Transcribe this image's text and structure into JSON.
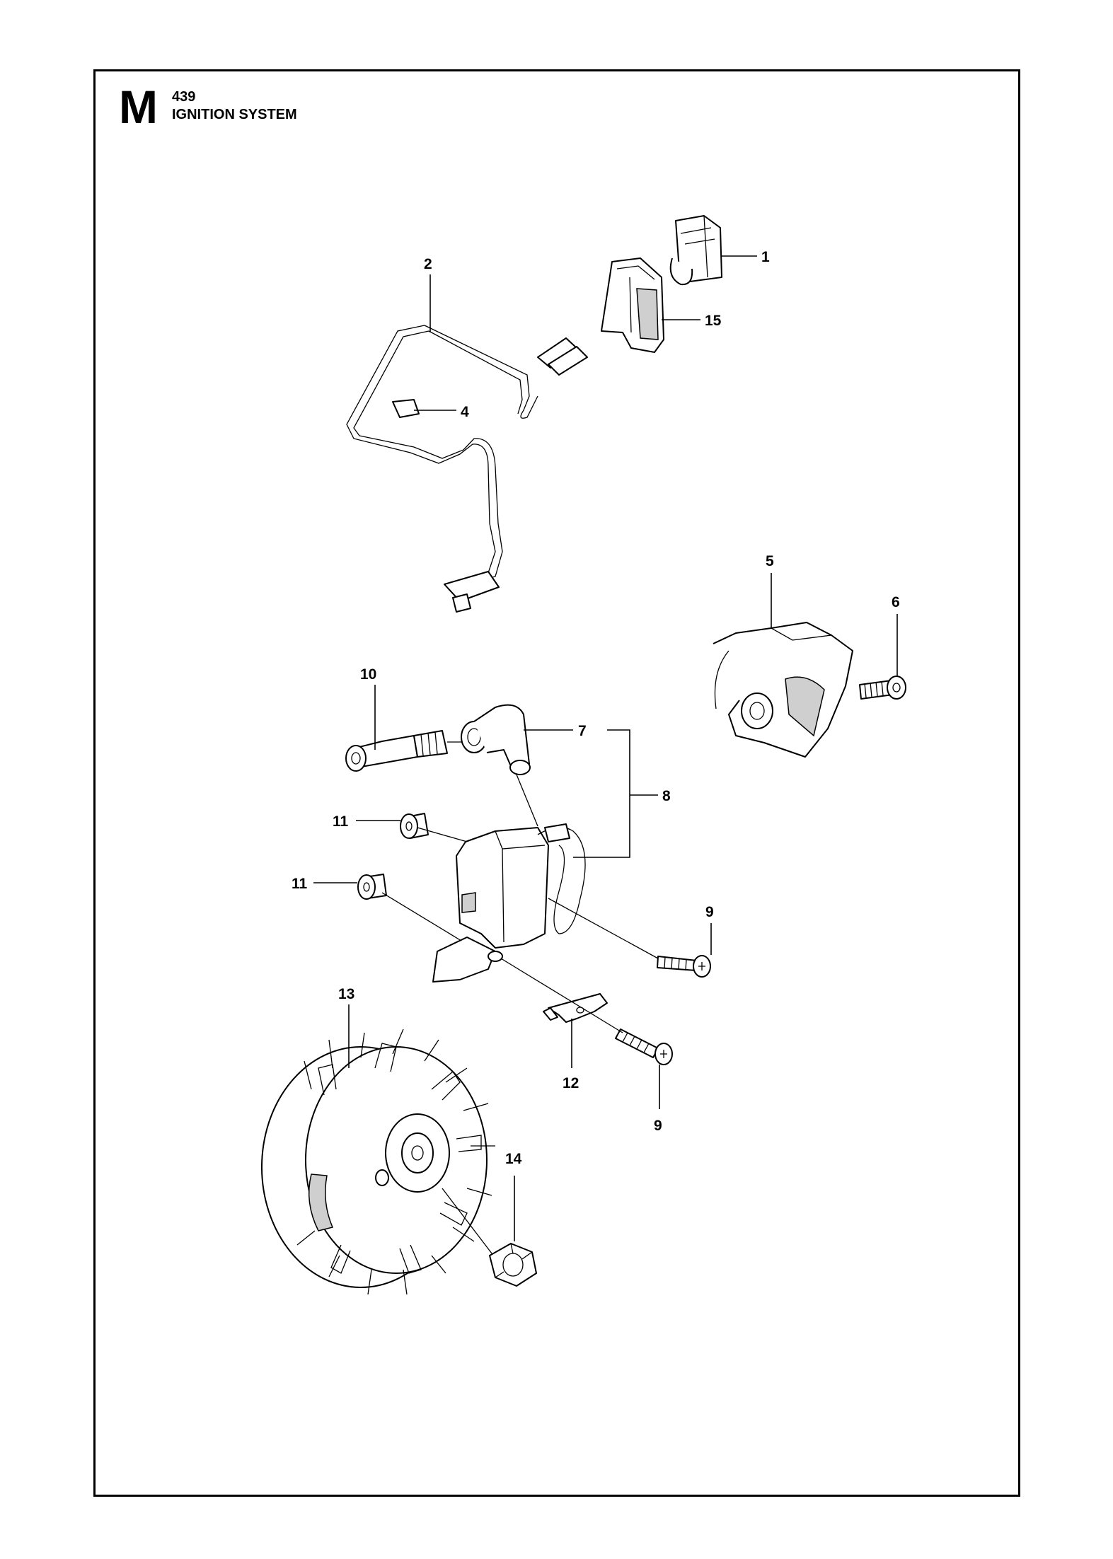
{
  "header": {
    "section_letter": "M",
    "model": "439",
    "title": "IGNITION SYSTEM"
  },
  "callouts": {
    "p1": "1",
    "p2": "2",
    "p4": "4",
    "p5": "5",
    "p6": "6",
    "p7": "7",
    "p8": "8",
    "p9a": "9",
    "p9b": "9",
    "p10": "10",
    "p11a": "11",
    "p11b": "11",
    "p12": "12",
    "p13": "13",
    "p14": "14",
    "p15": "15"
  }
}
